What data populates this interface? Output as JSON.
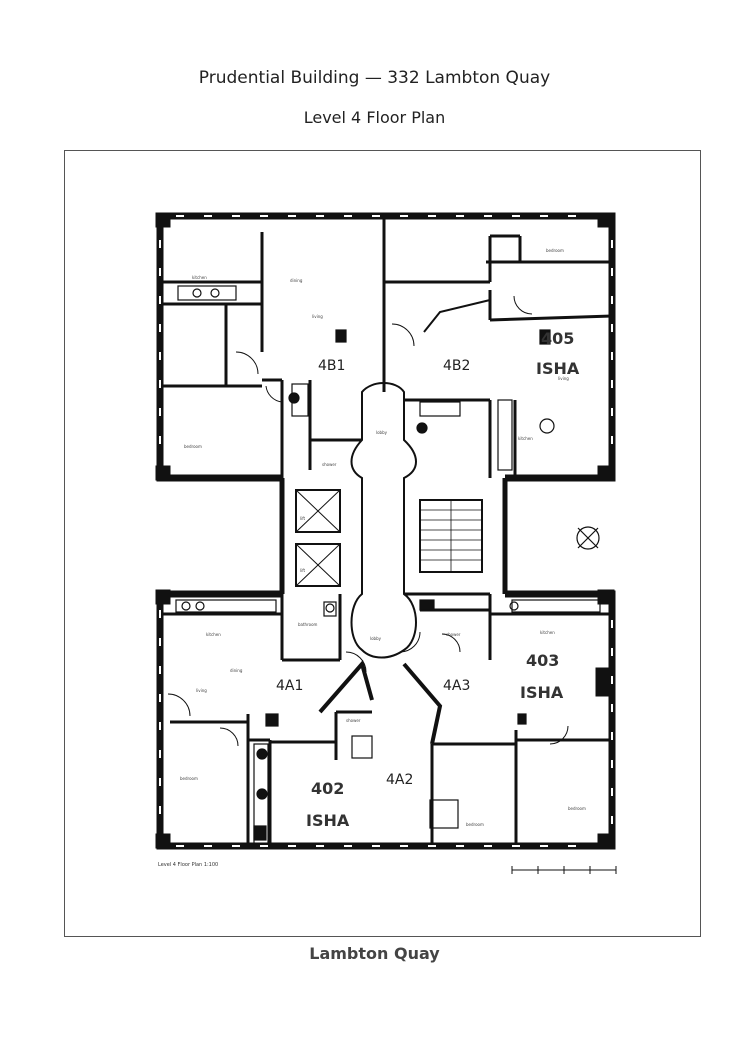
{
  "header": {
    "building": "Prudential Building — 332 Lambton Quay",
    "plan": "Level 4 Floor Plan"
  },
  "street_label": "Lambton Quay",
  "plan_caption": "Level 4 Floor Plan 1:100",
  "units": [
    {
      "id": "4B1"
    },
    {
      "id": "4B2",
      "number": "405",
      "owner": "ISHA"
    },
    {
      "id": "4A1"
    },
    {
      "id": "4A2",
      "number": "402",
      "owner": "ISHA"
    },
    {
      "id": "4A3",
      "number": "403",
      "owner": "ISHA"
    }
  ],
  "room_labels": {
    "kitchen": "kitchen",
    "living": "living",
    "dining": "dining",
    "bedroom": "bedroom",
    "shower": "shower",
    "bathroom": "bathroom",
    "lobby": "lobby",
    "lift": "lift"
  }
}
